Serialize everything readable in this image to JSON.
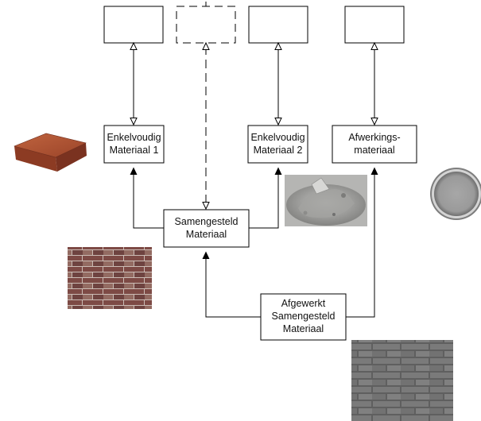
{
  "nodes": {
    "enkelvoudig1": {
      "line1": "Enkelvoudig",
      "line2": "Materiaal 1"
    },
    "enkelvoudig2": {
      "line1": "Enkelvoudig",
      "line2": "Materiaal 2"
    },
    "afwerkings": {
      "line1": "Afwerkings-",
      "line2": "materiaal"
    },
    "samengesteld": {
      "line1": "Samengesteld",
      "line2": "Materiaal"
    },
    "afgewerkt": {
      "line1": "Afgewerkt",
      "line2": "Samengesteld",
      "line3": "Materiaal"
    }
  },
  "pictures": {
    "brick": "brick-icon",
    "cement": "cement-powder-icon",
    "paint": "paint-can-icon",
    "wall": "brick-wall-icon",
    "painted_wall": "painted-brick-wall-icon"
  },
  "colors": {
    "line": "#000000",
    "brick": "#a8492e",
    "wall": "#8a5a52",
    "cement": "#9a9a98",
    "paint": "#9c9c9c",
    "painted_wall": "#6f6f6f"
  }
}
